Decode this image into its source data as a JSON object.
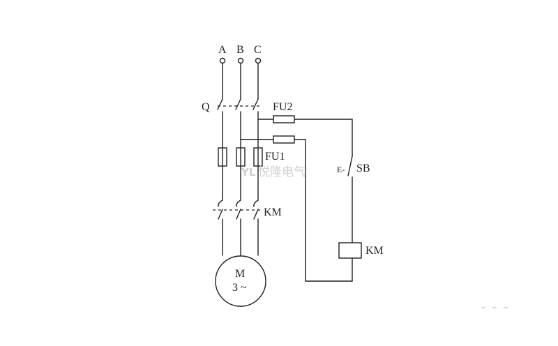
{
  "labels": {
    "phase_a": "A",
    "phase_b": "B",
    "phase_c": "C",
    "switch_q": "Q",
    "fuse_fu2": "FU2",
    "fuse_fu1": "FU1",
    "button_sb": "SB",
    "contacts_km": "KM",
    "coil_km": "KM",
    "motor_m": "M",
    "motor_phase": "3 ~",
    "button_symbol": "E-"
  },
  "watermark": {
    "logo": "YL",
    "text": "悦隆电气"
  },
  "colors": {
    "line": "#1f1f1f",
    "watermark": "#c9ccd1"
  }
}
